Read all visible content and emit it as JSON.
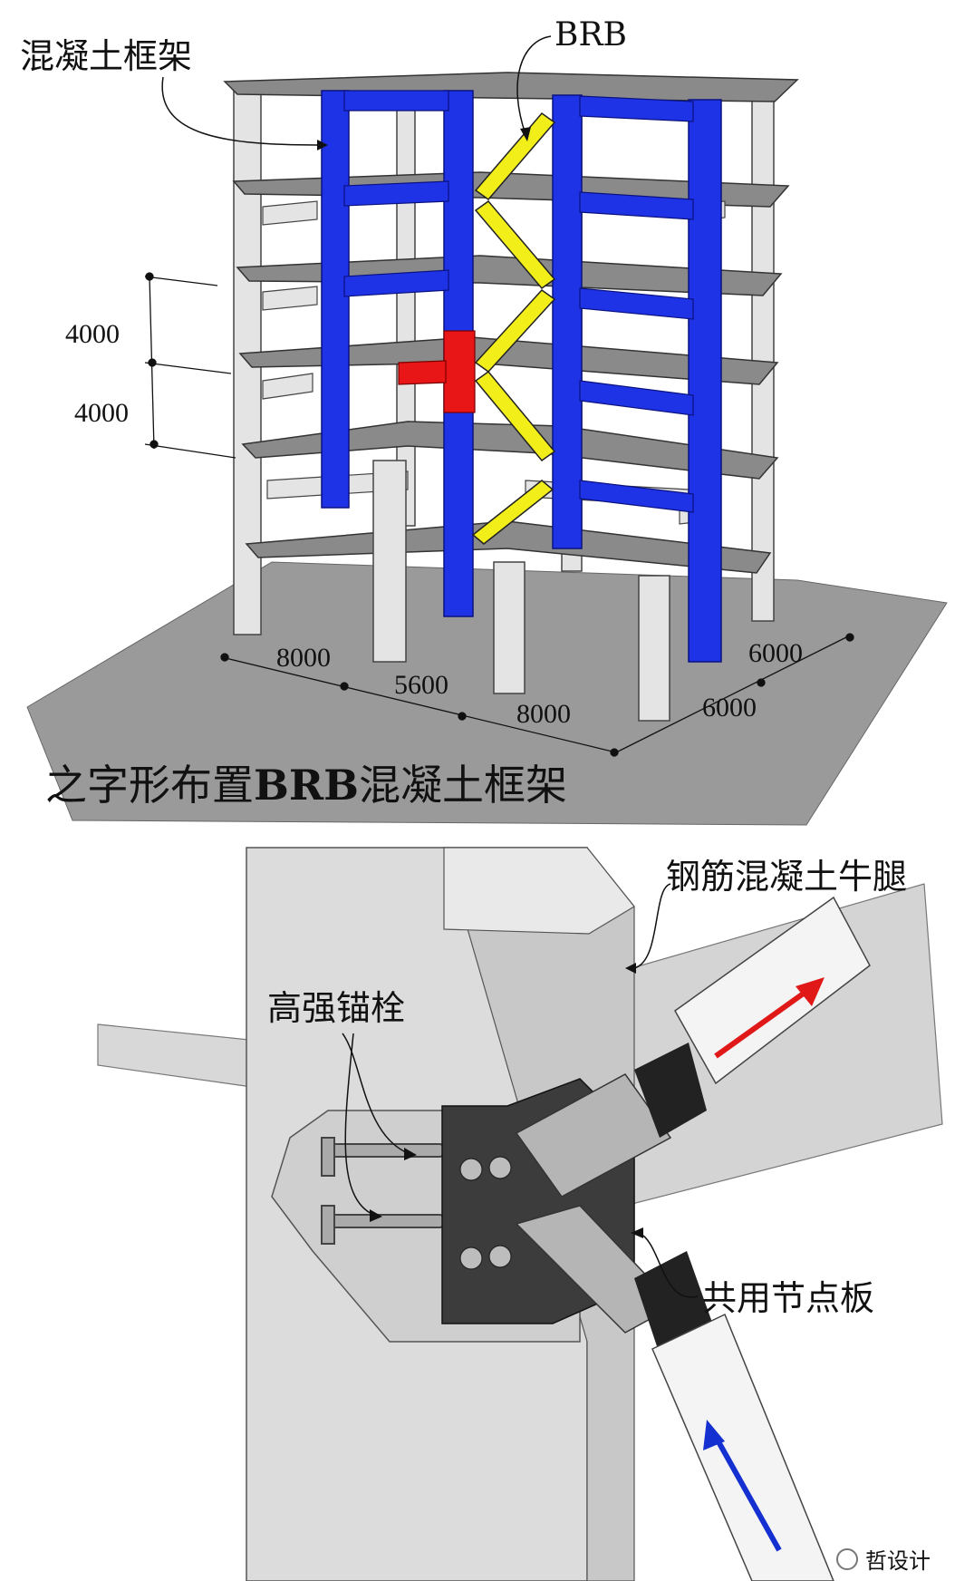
{
  "top_figure": {
    "labels": {
      "frame": "混凝土框架",
      "brb": "BRB"
    },
    "story_heights": [
      "4000",
      "4000"
    ],
    "spans_x": [
      "8000",
      "5600",
      "8000"
    ],
    "spans_y": [
      "6000",
      "6000"
    ],
    "caption_bold": "BRB",
    "caption_pre": "之字形布置",
    "caption_post": "混凝土框架"
  },
  "bottom_figure": {
    "labels": {
      "corbel": "钢筋混凝土牛腿",
      "anchor": "高强锚栓",
      "gusset": "共用节点板"
    },
    "watermark": "哲设计"
  },
  "colors": {
    "concrete": "#e2e2e2",
    "slab": "#8a8a8a",
    "ground": "#9a9a9a",
    "steel_frame": "#1f33e6",
    "brb": "#f2ee1a",
    "highlight": "#e81616",
    "arrow_up": "#e01818",
    "arrow_down": "#1530d0",
    "plate": "#3c3c3c"
  }
}
